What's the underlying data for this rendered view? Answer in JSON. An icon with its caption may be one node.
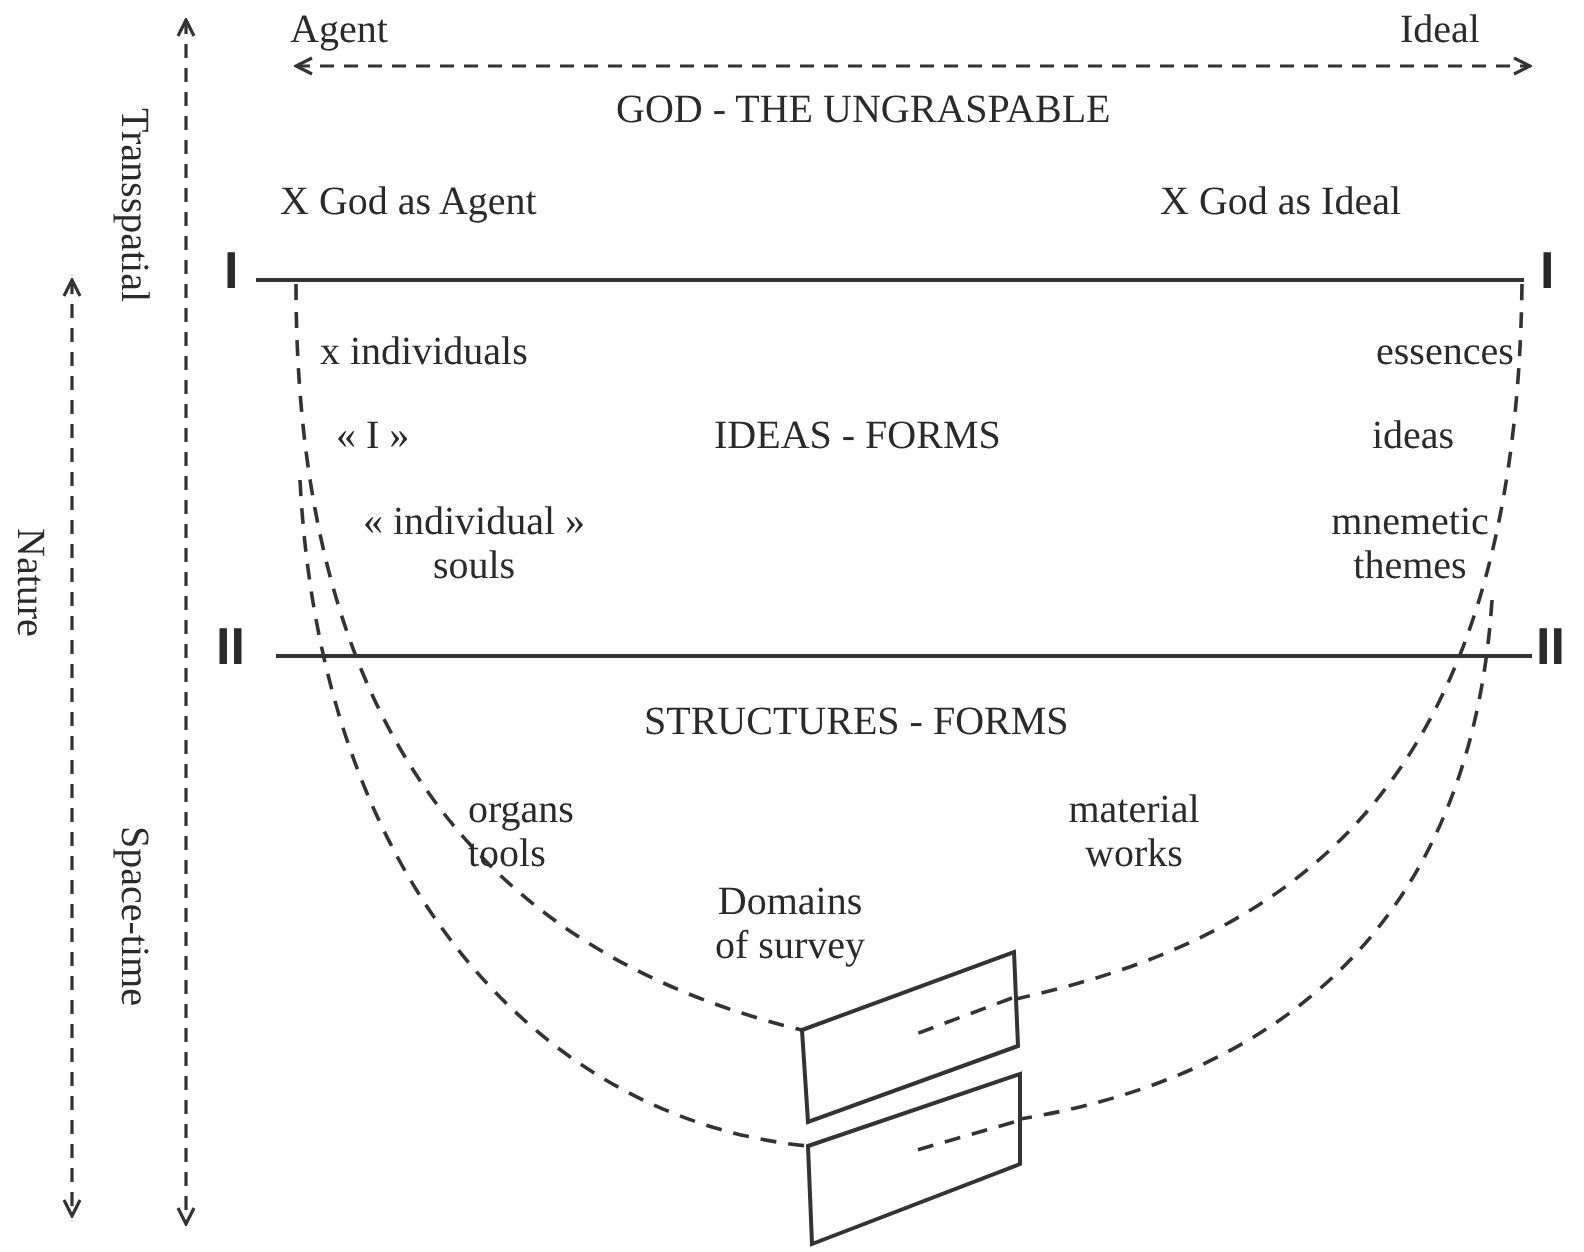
{
  "diagram": {
    "nodes": [
      {
        "text": [],
        "shape": "box"
      },
      {
        "text": [],
        "shape": "box"
      }
    ],
    "edges": [
      {
        "from": null,
        "to": 0,
        "arrow": "none",
        "style": "dashed"
      },
      {
        "from": null,
        "to": 1,
        "arrow": "none",
        "style": "dashed"
      },
      {
        "from": null,
        "to": 0,
        "arrow": "none",
        "style": "dashed"
      },
      {
        "from": null,
        "to": 1,
        "arrow": "none",
        "style": "dashed"
      }
    ],
    "labels": [
      "Agent",
      "Ideal",
      "GOD - THE UNGRASPABLE",
      "X God as Agent",
      "X God as Ideal",
      "I",
      "I",
      "x individuals",
      "essences",
      "« I »",
      "IDEAS - FORMS",
      "ideas",
      "« individual » souls",
      "mnemetic themes",
      "II",
      "II",
      "STRUCTURES - FORMS",
      "organs tools",
      "material works",
      "Domains of survey",
      "Transspatial",
      "Nature",
      "Space-time"
    ]
  }
}
